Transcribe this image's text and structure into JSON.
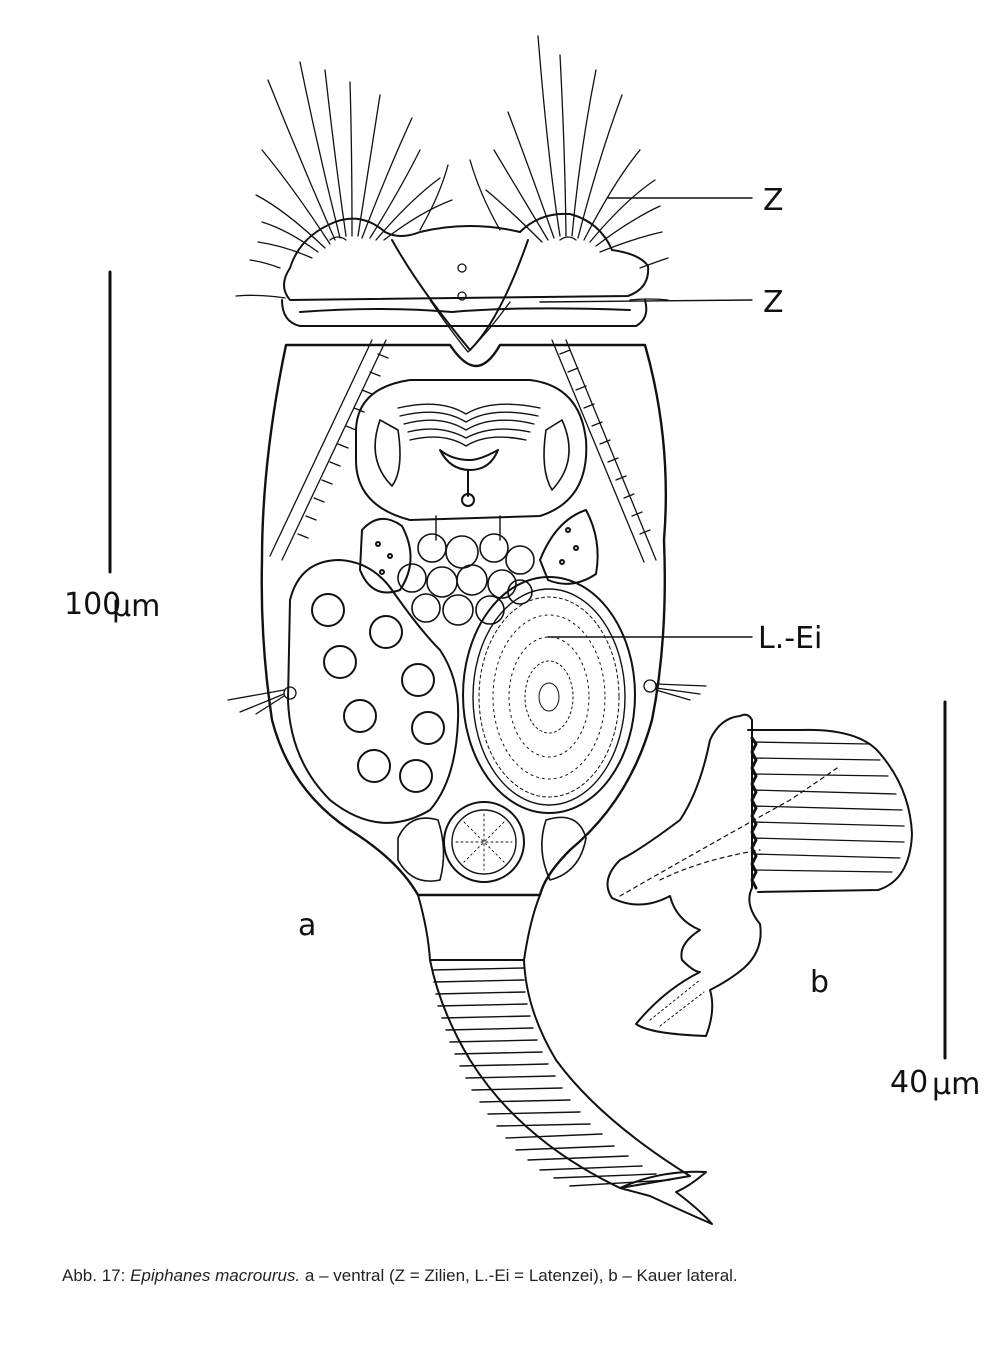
{
  "labels": {
    "z_top": "Z",
    "z_mid": "Z",
    "latent_egg": "L.-Ei",
    "panel_a": "a",
    "panel_b": "b",
    "scale_a": "100",
    "scale_b": "40",
    "unit": "µm"
  },
  "caption": {
    "prefix": "Abb. 17:",
    "species": "Epiphanes macrourus.",
    "rest": "a – ventral (Z = Zilien, L.-Ei = Latenzei), b – Kauer lateral."
  },
  "colors": {
    "ink": "#111111",
    "paper": "#ffffff"
  }
}
